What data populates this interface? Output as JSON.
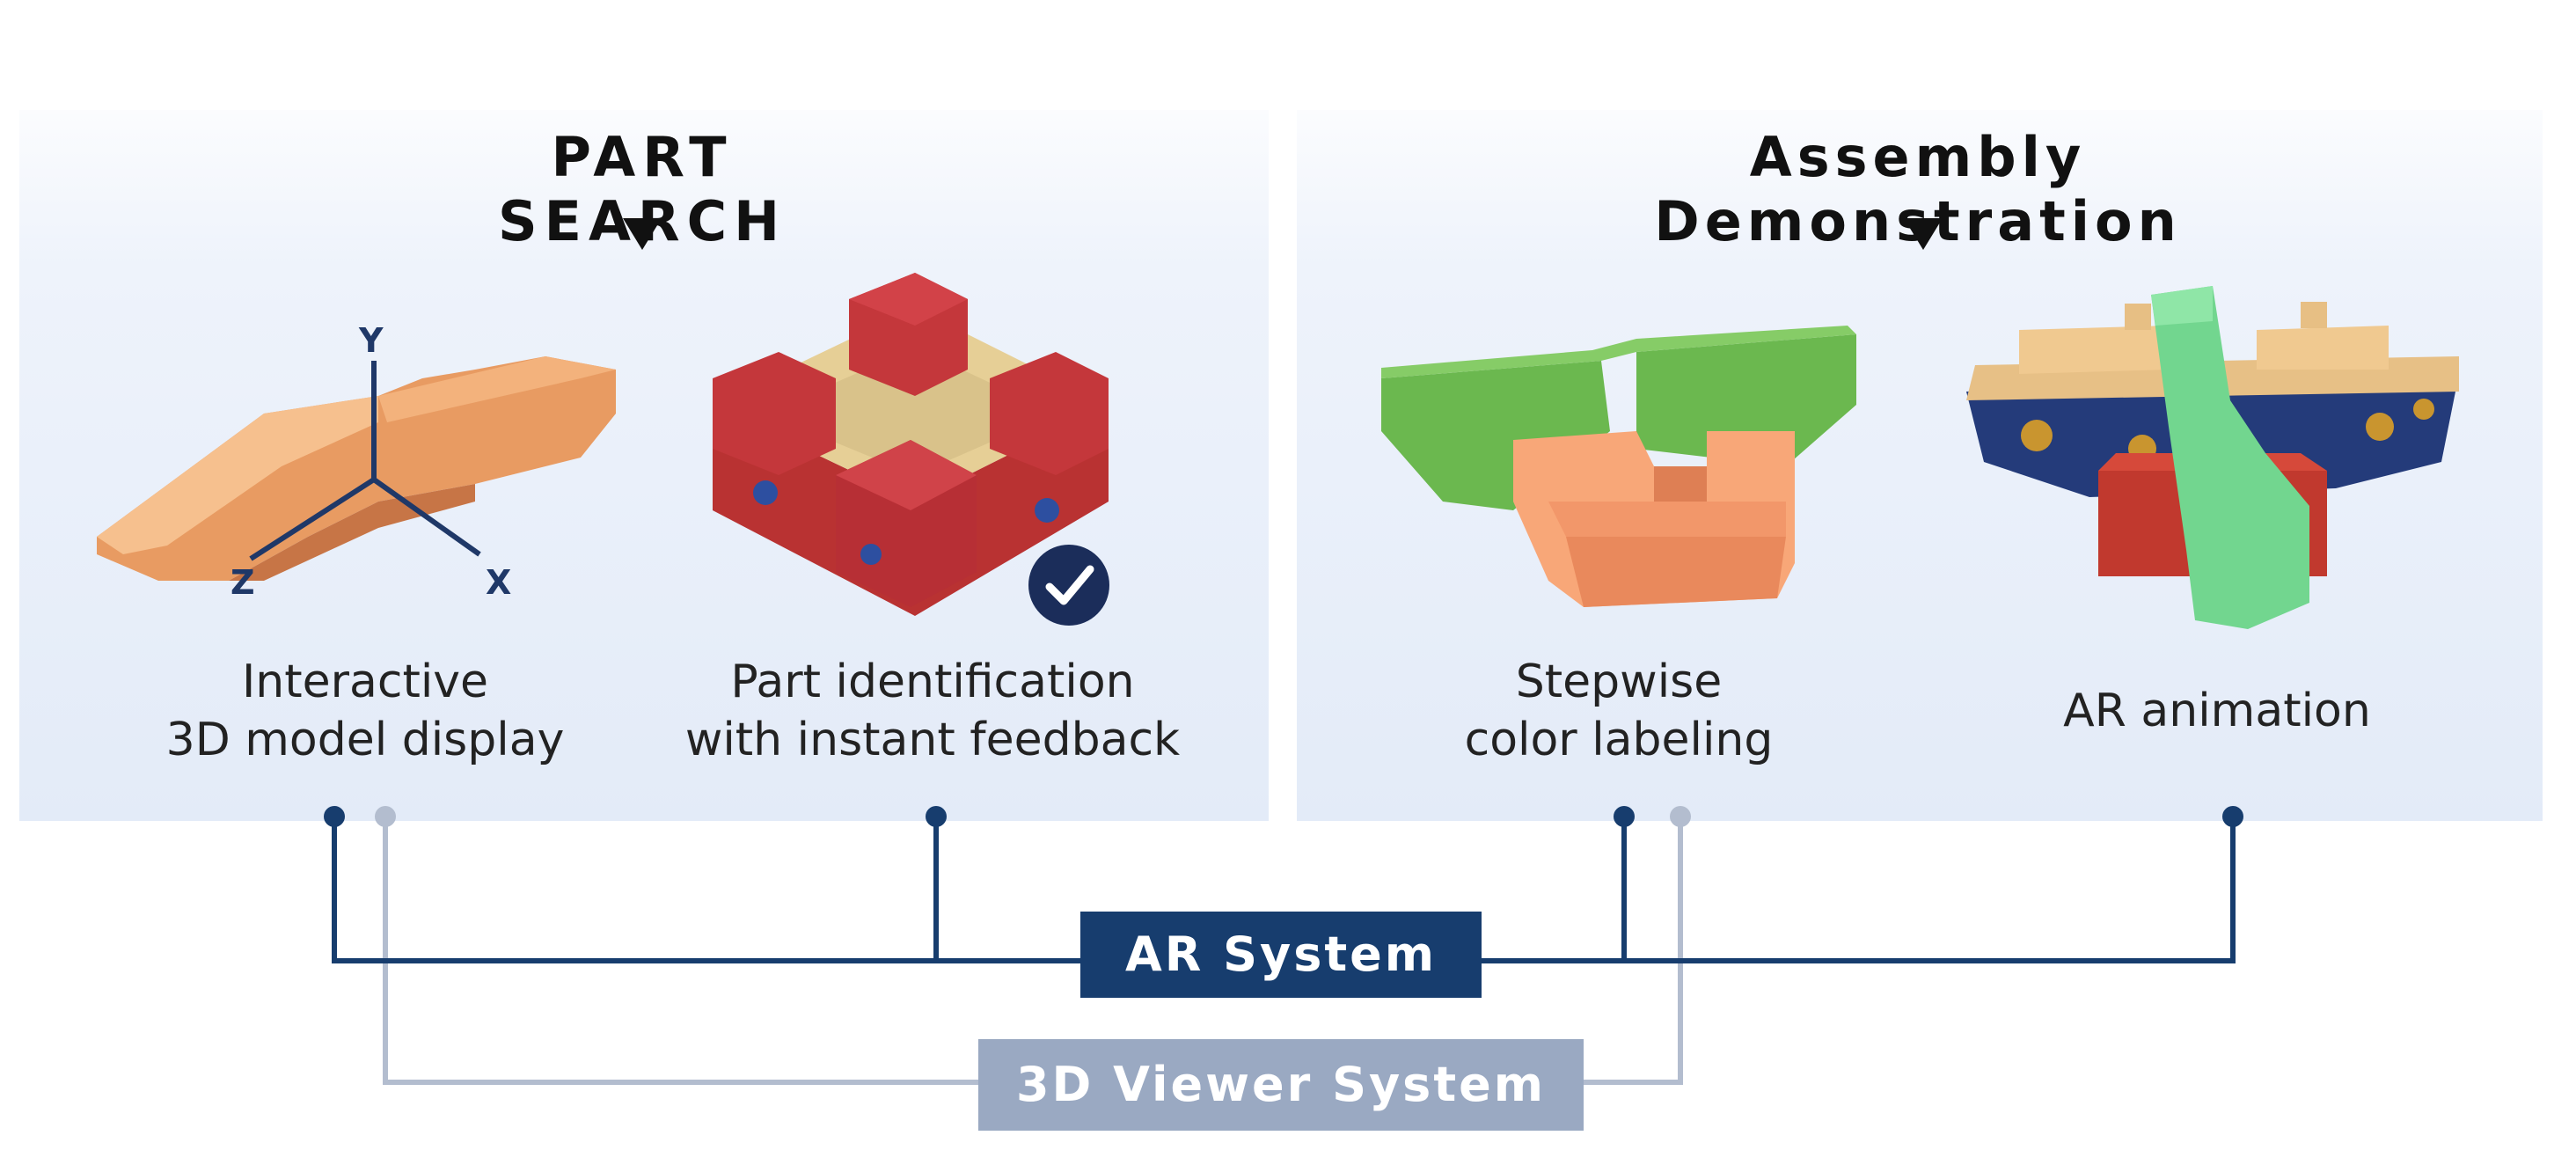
{
  "panels": {
    "part_search": {
      "title": "PART SEARCH",
      "features": [
        {
          "caption_line1": "Interactive",
          "caption_line2": "3D model display"
        },
        {
          "caption_line1": "Part identification",
          "caption_line2": "with instant feedback"
        }
      ],
      "axis_labels": {
        "y": "Y",
        "z": "Z",
        "x": "X"
      }
    },
    "assembly": {
      "title": "Assembly Demonstration",
      "features": [
        {
          "caption_line1": "Stepwise",
          "caption_line2": "color labeling"
        },
        {
          "caption_line1": "AR animation",
          "caption_line2": ""
        }
      ]
    }
  },
  "systems": {
    "ar": {
      "label": "AR System",
      "color": "#173d6e"
    },
    "viewer": {
      "label": "3D Viewer System",
      "color": "#9aa9c2"
    }
  },
  "icons": {
    "check": "check-circle-icon",
    "arrow": "triangle-down-icon"
  }
}
